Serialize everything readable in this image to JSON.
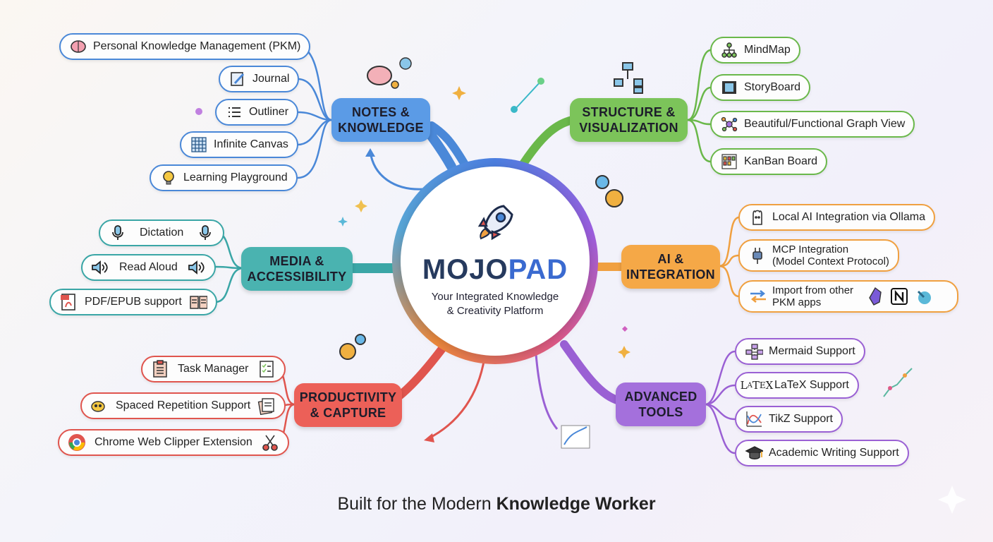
{
  "center": {
    "brand_part1": "MOJO",
    "brand_part2": "PAD",
    "tagline": "Your Integrated Knowledge\n& Creativity Platform",
    "icon": "rocket-icon"
  },
  "branches": {
    "notes": {
      "title": "NOTES &\nKNOWLEDGE",
      "color": "#4a88d8",
      "items": [
        {
          "label": "Personal Knowledge Management (PKM)",
          "icon": "brain-icon"
        },
        {
          "label": "Journal",
          "icon": "notepad-pencil-icon"
        },
        {
          "label": "Outliner",
          "icon": "list-icon"
        },
        {
          "label": "Infinite Canvas",
          "icon": "grid-icon"
        },
        {
          "label": "Learning Playground",
          "icon": "lightbulb-icon"
        }
      ]
    },
    "structure": {
      "title": "STRUCTURE &\nVISUALIZATION",
      "color": "#6ab84a",
      "items": [
        {
          "label": "MindMap",
          "icon": "hierarchy-icon"
        },
        {
          "label": "StoryBoard",
          "icon": "film-icon"
        },
        {
          "label": "Beautiful/Functional Graph View",
          "icon": "graph-icon"
        },
        {
          "label": "KanBan Board",
          "icon": "kanban-icon"
        }
      ]
    },
    "media": {
      "title": "MEDIA &\nACCESSIBILITY",
      "color": "#3aa6a6",
      "items": [
        {
          "label": "Dictation",
          "icon": "microphone-icon"
        },
        {
          "label": "Read Aloud",
          "icon": "speaker-icon"
        },
        {
          "label": "PDF/EPUB support",
          "icon": "pdf-icon"
        }
      ]
    },
    "ai": {
      "title": "AI &\nINTEGRATION",
      "color": "#f0a040",
      "items": [
        {
          "label": "Local AI Integration via Ollama",
          "icon": "llama-icon"
        },
        {
          "label": "MCP Integration\n(Model Context Protocol)",
          "icon": "plug-icon"
        },
        {
          "label": "Import from other\nPKM apps",
          "icon": "import-arrows-icon"
        }
      ]
    },
    "productivity": {
      "title": "PRODUCTIVITY\n& CAPTURE",
      "color": "#e0554e",
      "items": [
        {
          "label": "Task Manager",
          "icon": "clipboard-icon"
        },
        {
          "label": "Spaced Repetition Support",
          "icon": "flashcards-icon"
        },
        {
          "label": "Chrome Web Clipper Extension",
          "icon": "chrome-icon"
        }
      ]
    },
    "advanced": {
      "title": "ADVANCED\nTOOLS",
      "color": "#9a60d4",
      "items": [
        {
          "label": "Mermaid Support",
          "icon": "flowchart-icon"
        },
        {
          "label": "LaTeX Support",
          "icon": "latex-icon"
        },
        {
          "label": "TikZ Support",
          "icon": "plot-icon"
        },
        {
          "label": "Academic Writing Support",
          "icon": "graduation-cap-icon"
        }
      ]
    }
  },
  "footer": {
    "part1": "Built for the Modern ",
    "part2": "Knowledge Worker"
  }
}
